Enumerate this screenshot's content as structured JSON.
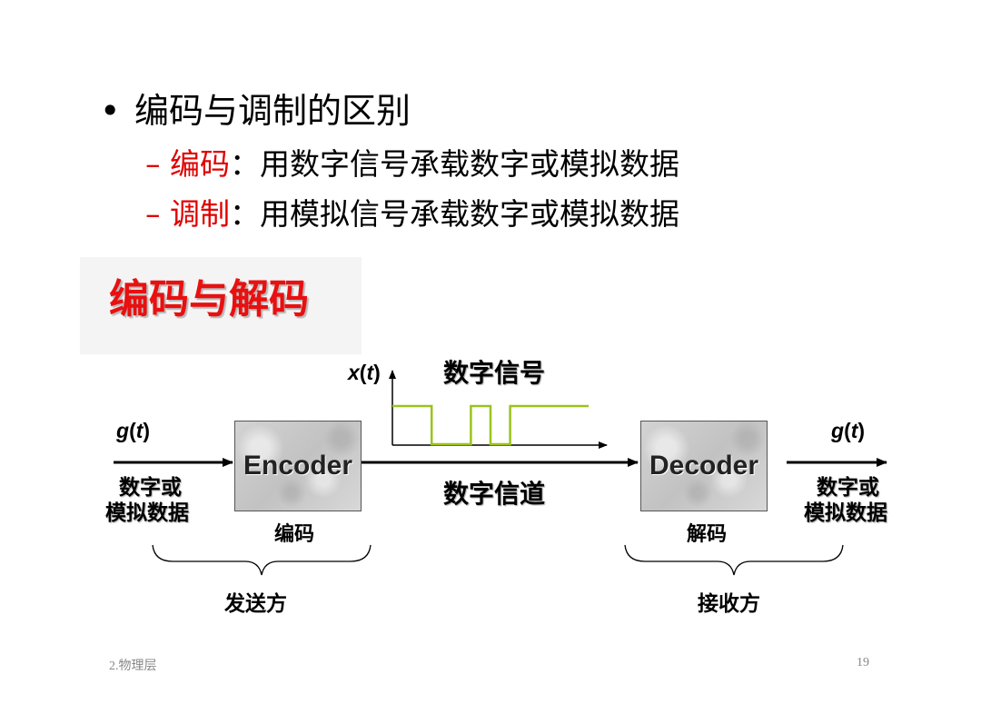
{
  "heading": {
    "bullet": "•",
    "text": "编码与调制的区别"
  },
  "items": [
    {
      "dash": "–",
      "term": "编码",
      "sep": "：",
      "desc": "用数字信号承载数字或模拟数据"
    },
    {
      "dash": "–",
      "term": "调制",
      "sep": "：",
      "desc": "用模拟信号承载数字或模拟数据"
    }
  ],
  "section_title": "编码与解码",
  "diagram": {
    "signal_var": "x",
    "signal_arg": "t",
    "signal_name": "数字信号",
    "input_var": "g",
    "input_arg": "t",
    "output_var": "g",
    "output_arg": "t",
    "input_desc_line1": "数字或",
    "input_desc_line2": "模拟数据",
    "output_desc_line1": "数字或",
    "output_desc_line2": "模拟数据",
    "encoder_label": "Encoder",
    "decoder_label": "Decoder",
    "encoder_cn": "编码",
    "decoder_cn": "解码",
    "channel_label": "数字信道",
    "sender_label": "发送方",
    "receiver_label": "接收方",
    "waveform_levels": [
      1,
      1,
      0,
      0,
      1,
      0,
      1,
      1,
      1,
      1
    ],
    "waveform_color": "#9ac31c"
  },
  "footer": {
    "chapter": "2.物理层",
    "page": "19"
  },
  "colors": {
    "accent_red": "#e00000",
    "title_red": "#e81010"
  }
}
